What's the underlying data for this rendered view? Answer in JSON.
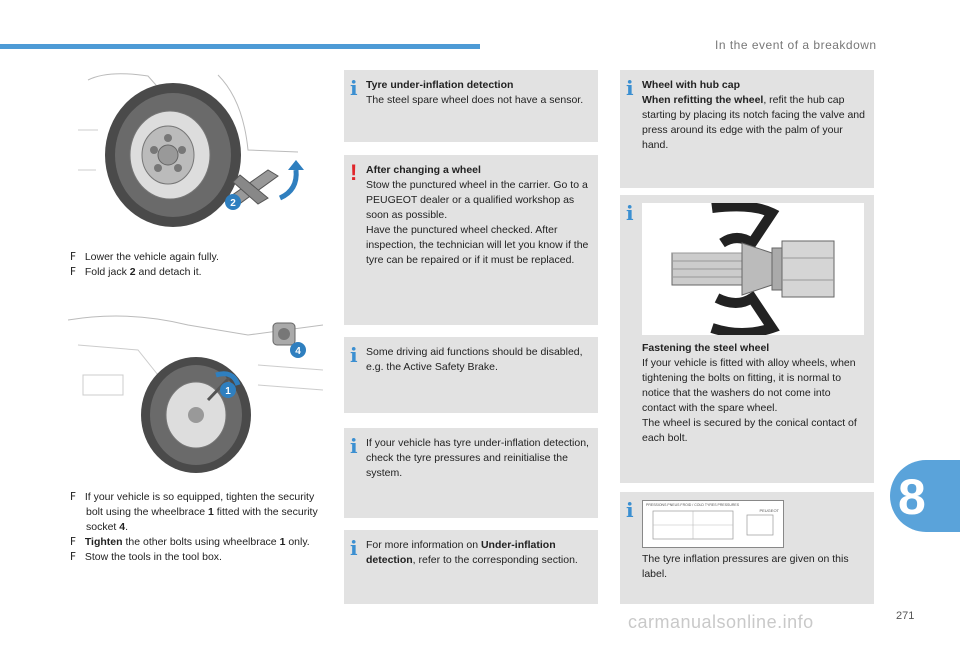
{
  "header": {
    "section_title": "In the event of a breakdown",
    "accent": "#4d9bd6"
  },
  "chapter": {
    "number": "8"
  },
  "footer": {
    "page_number": "271",
    "watermark": "carmanualsonline.info"
  },
  "left": {
    "steps_a": [
      {
        "bullet": "F",
        "text": "Lower the vehicle again fully."
      },
      {
        "bullet": "F",
        "pre": "Fold jack ",
        "bold": "2",
        "post": " and detach it."
      }
    ],
    "steps_b": [
      {
        "bullet": "F",
        "pre": "If your vehicle is so equipped, tighten the security bolt using the wheelbrace ",
        "bold": "1",
        "post": " fitted with the security socket ",
        "bold2": "4",
        "post2": "."
      },
      {
        "bullet": "F",
        "bold": "Tighten",
        "post": " the other bolts using wheelbrace ",
        "bold2": "1",
        "post2": " only."
      },
      {
        "bullet": "F",
        "pre": "Stow the tools in the tool box."
      }
    ],
    "markers": {
      "jack": "2",
      "wheelbrace": "1",
      "socket": "4"
    }
  },
  "middle": {
    "box1": {
      "heading": "Tyre under-inflation detection",
      "body": "The steel spare wheel does not have a sensor."
    },
    "box2": {
      "heading": "After changing a wheel",
      "body1": "Stow the punctured wheel in the carrier. Go to a PEUGEOT dealer or a qualified workshop as soon as possible.",
      "body2": "Have the punctured wheel checked. After inspection, the technician will let you know if the tyre can be repaired or if it must be replaced."
    },
    "box3": {
      "body": "Some driving aid functions should be disabled, e.g. the Active Safety Brake."
    },
    "box4": {
      "body": "If your vehicle has tyre under-inflation detection, check the tyre pressures and reinitialise the system."
    },
    "box5": {
      "pre": "For more information on ",
      "bold": "Under-inflation detection",
      "post": ", refer to the corresponding section."
    }
  },
  "right": {
    "box1": {
      "heading1": "Wheel with hub cap",
      "heading2": "When refitting the wheel",
      "body": ", refit the hub cap starting by placing its notch facing the valve and press around its edge with the palm of your hand."
    },
    "box2": {
      "heading": "Fastening the steel wheel",
      "body1": "If your vehicle is fitted with alloy wheels, when tightening the bolts on fitting, it is normal to notice that the washers do not come into contact with the spare wheel.",
      "body2": "The wheel is secured by the conical contact of each bolt."
    },
    "box3": {
      "label_title": "PRESSIONS PNEUS FROID / COLD TYRES PRESSURES",
      "label_brand": "PEUGEOT",
      "body": "The tyre inflation pressures are given on this label."
    }
  },
  "icons": {
    "info": "i",
    "warning": "!"
  }
}
